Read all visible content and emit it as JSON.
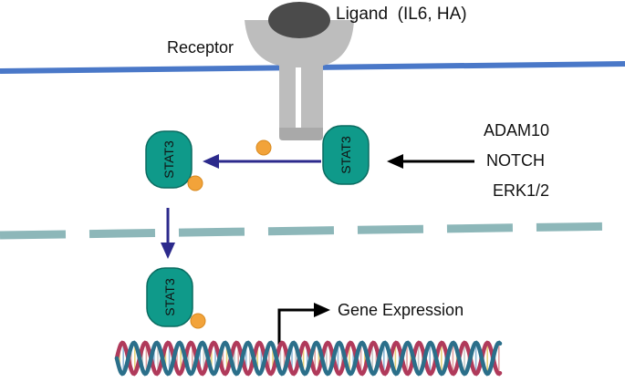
{
  "labels": {
    "ligand": "Ligand  (IL6, HA)",
    "receptor": "Receptor",
    "gene_expression": "Gene Expression",
    "kinases": [
      "ADAM10",
      "NOTCH",
      "ERK1/2"
    ]
  },
  "proteins": {
    "stat3_label": "STAT3"
  },
  "colors": {
    "membrane": "#4a78c8",
    "nuclear_membrane": "#8db7b9",
    "stat3_fill": "#0f9a8a",
    "stat3_stroke": "#0a6b60",
    "phosphate": "#f2a33a",
    "ligand": "#4b4b4b",
    "receptor": "#bdbdbd",
    "pathway_arrow": "#2c2a8c",
    "kinase_arrow": "#000000",
    "dna_strand_a": "#2b6f8a",
    "dna_strand_b": "#b03a5b"
  },
  "icons": {
    "ligand": "ligand-ellipse",
    "receptor": "receptor-y-shape",
    "phosphate": "phosphate-dot",
    "dna": "dna-double-helix"
  }
}
